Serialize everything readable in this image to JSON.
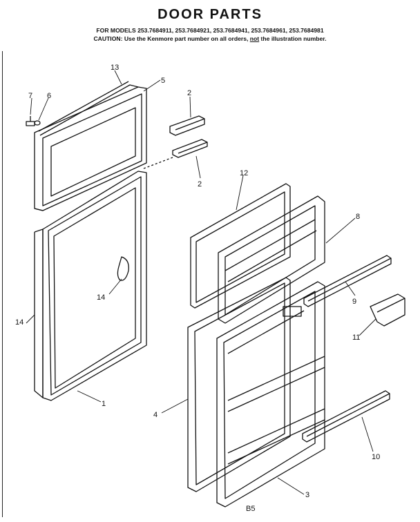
{
  "header": {
    "title": "DOOR PARTS",
    "models": "FOR MODELS 253.7684911, 253.7684921, 253.7684941, 253.7684961, 253.7684981",
    "caution_prefix": "CAUTION: Use the Kenmore part number on all orders, ",
    "caution_emph": "not",
    "caution_suffix": " the illustration number."
  },
  "callouts": {
    "c13": "13",
    "c5": "5",
    "c7": "7",
    "c6": "6",
    "c2a": "2",
    "c2b": "2",
    "c12": "12",
    "c8": "8",
    "c9": "9",
    "c14a": "14",
    "c14b": "14",
    "c11": "11",
    "c1": "1",
    "c4": "4",
    "c10": "10",
    "c3": "3"
  },
  "footer": {
    "page_ref": "B5"
  }
}
